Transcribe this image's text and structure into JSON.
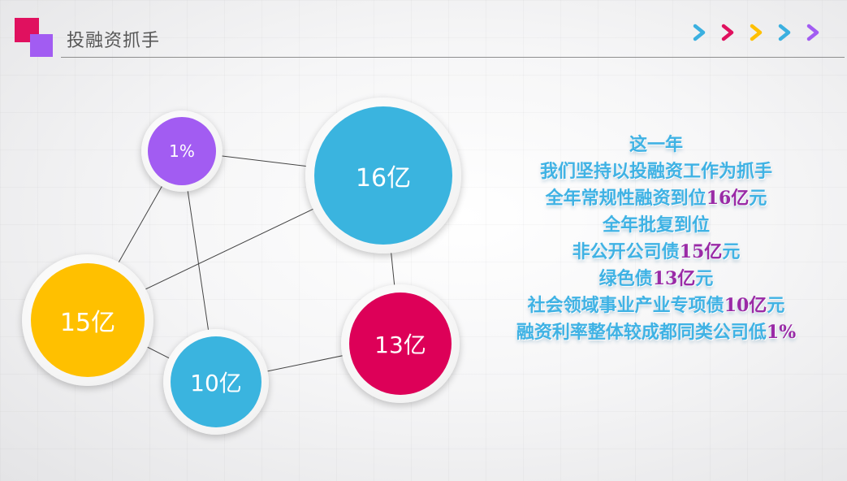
{
  "header": {
    "title": "投融资抓手"
  },
  "chevron_colors": [
    "#3bb0e0",
    "#e0115f",
    "#ffc000",
    "#3bb0e0",
    "#a25cf2"
  ],
  "circles": [
    {
      "id": "purple",
      "label": "1%",
      "color": "#a25cf2"
    },
    {
      "id": "blue-big",
      "label": "16亿",
      "color": "#3ab4df"
    },
    {
      "id": "yellow",
      "label": "15亿",
      "color": "#ffc000"
    },
    {
      "id": "blue-small",
      "label": "10亿",
      "color": "#3ab4df"
    },
    {
      "id": "crimson",
      "label": "13亿",
      "color": "#dd0058"
    }
  ],
  "summary": {
    "l1": "这一年",
    "l2": "我们坚持以投融资工作为抓手",
    "l3a": "全年常规性融资到位",
    "l3b": "16亿",
    "l3c": "元",
    "l4": "全年批复到位",
    "l5a": "非公开公司债",
    "l5b": "15亿",
    "l5c": "元",
    "l6a": "绿色债",
    "l6b": "13亿",
    "l6c": "元",
    "l7a": "社会领域事业产业专项债",
    "l7b": "10亿",
    "l7c": "元",
    "l8a": "融资利率整体较成都同类公司低",
    "l8b": "1%"
  },
  "colors": {
    "text_blue": "#3fb2e4",
    "text_highlight": "#9a2aa6",
    "header_text": "#555555"
  }
}
